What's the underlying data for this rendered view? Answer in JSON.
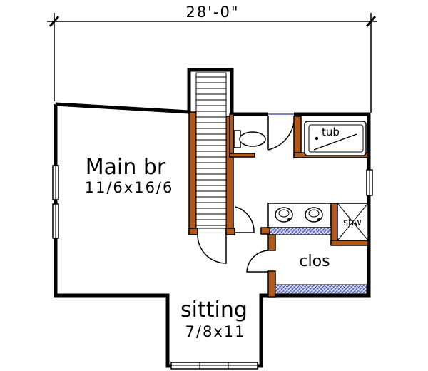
{
  "plan": {
    "overall_dimension": "28'-0\"",
    "rooms": {
      "main_bedroom": {
        "name": "Main br",
        "size": "11/6x16/6"
      },
      "sitting": {
        "name": "sitting",
        "size": "7/8x11"
      },
      "closet": {
        "name": "clos"
      },
      "tub": {
        "name": "tub"
      },
      "shower": {
        "name": "shw"
      }
    }
  },
  "colors": {
    "wall": "#000000",
    "wood_trim": "#b0581a",
    "shelf_hatch": "#9aa3d6",
    "window_glass": "#ffffff"
  }
}
